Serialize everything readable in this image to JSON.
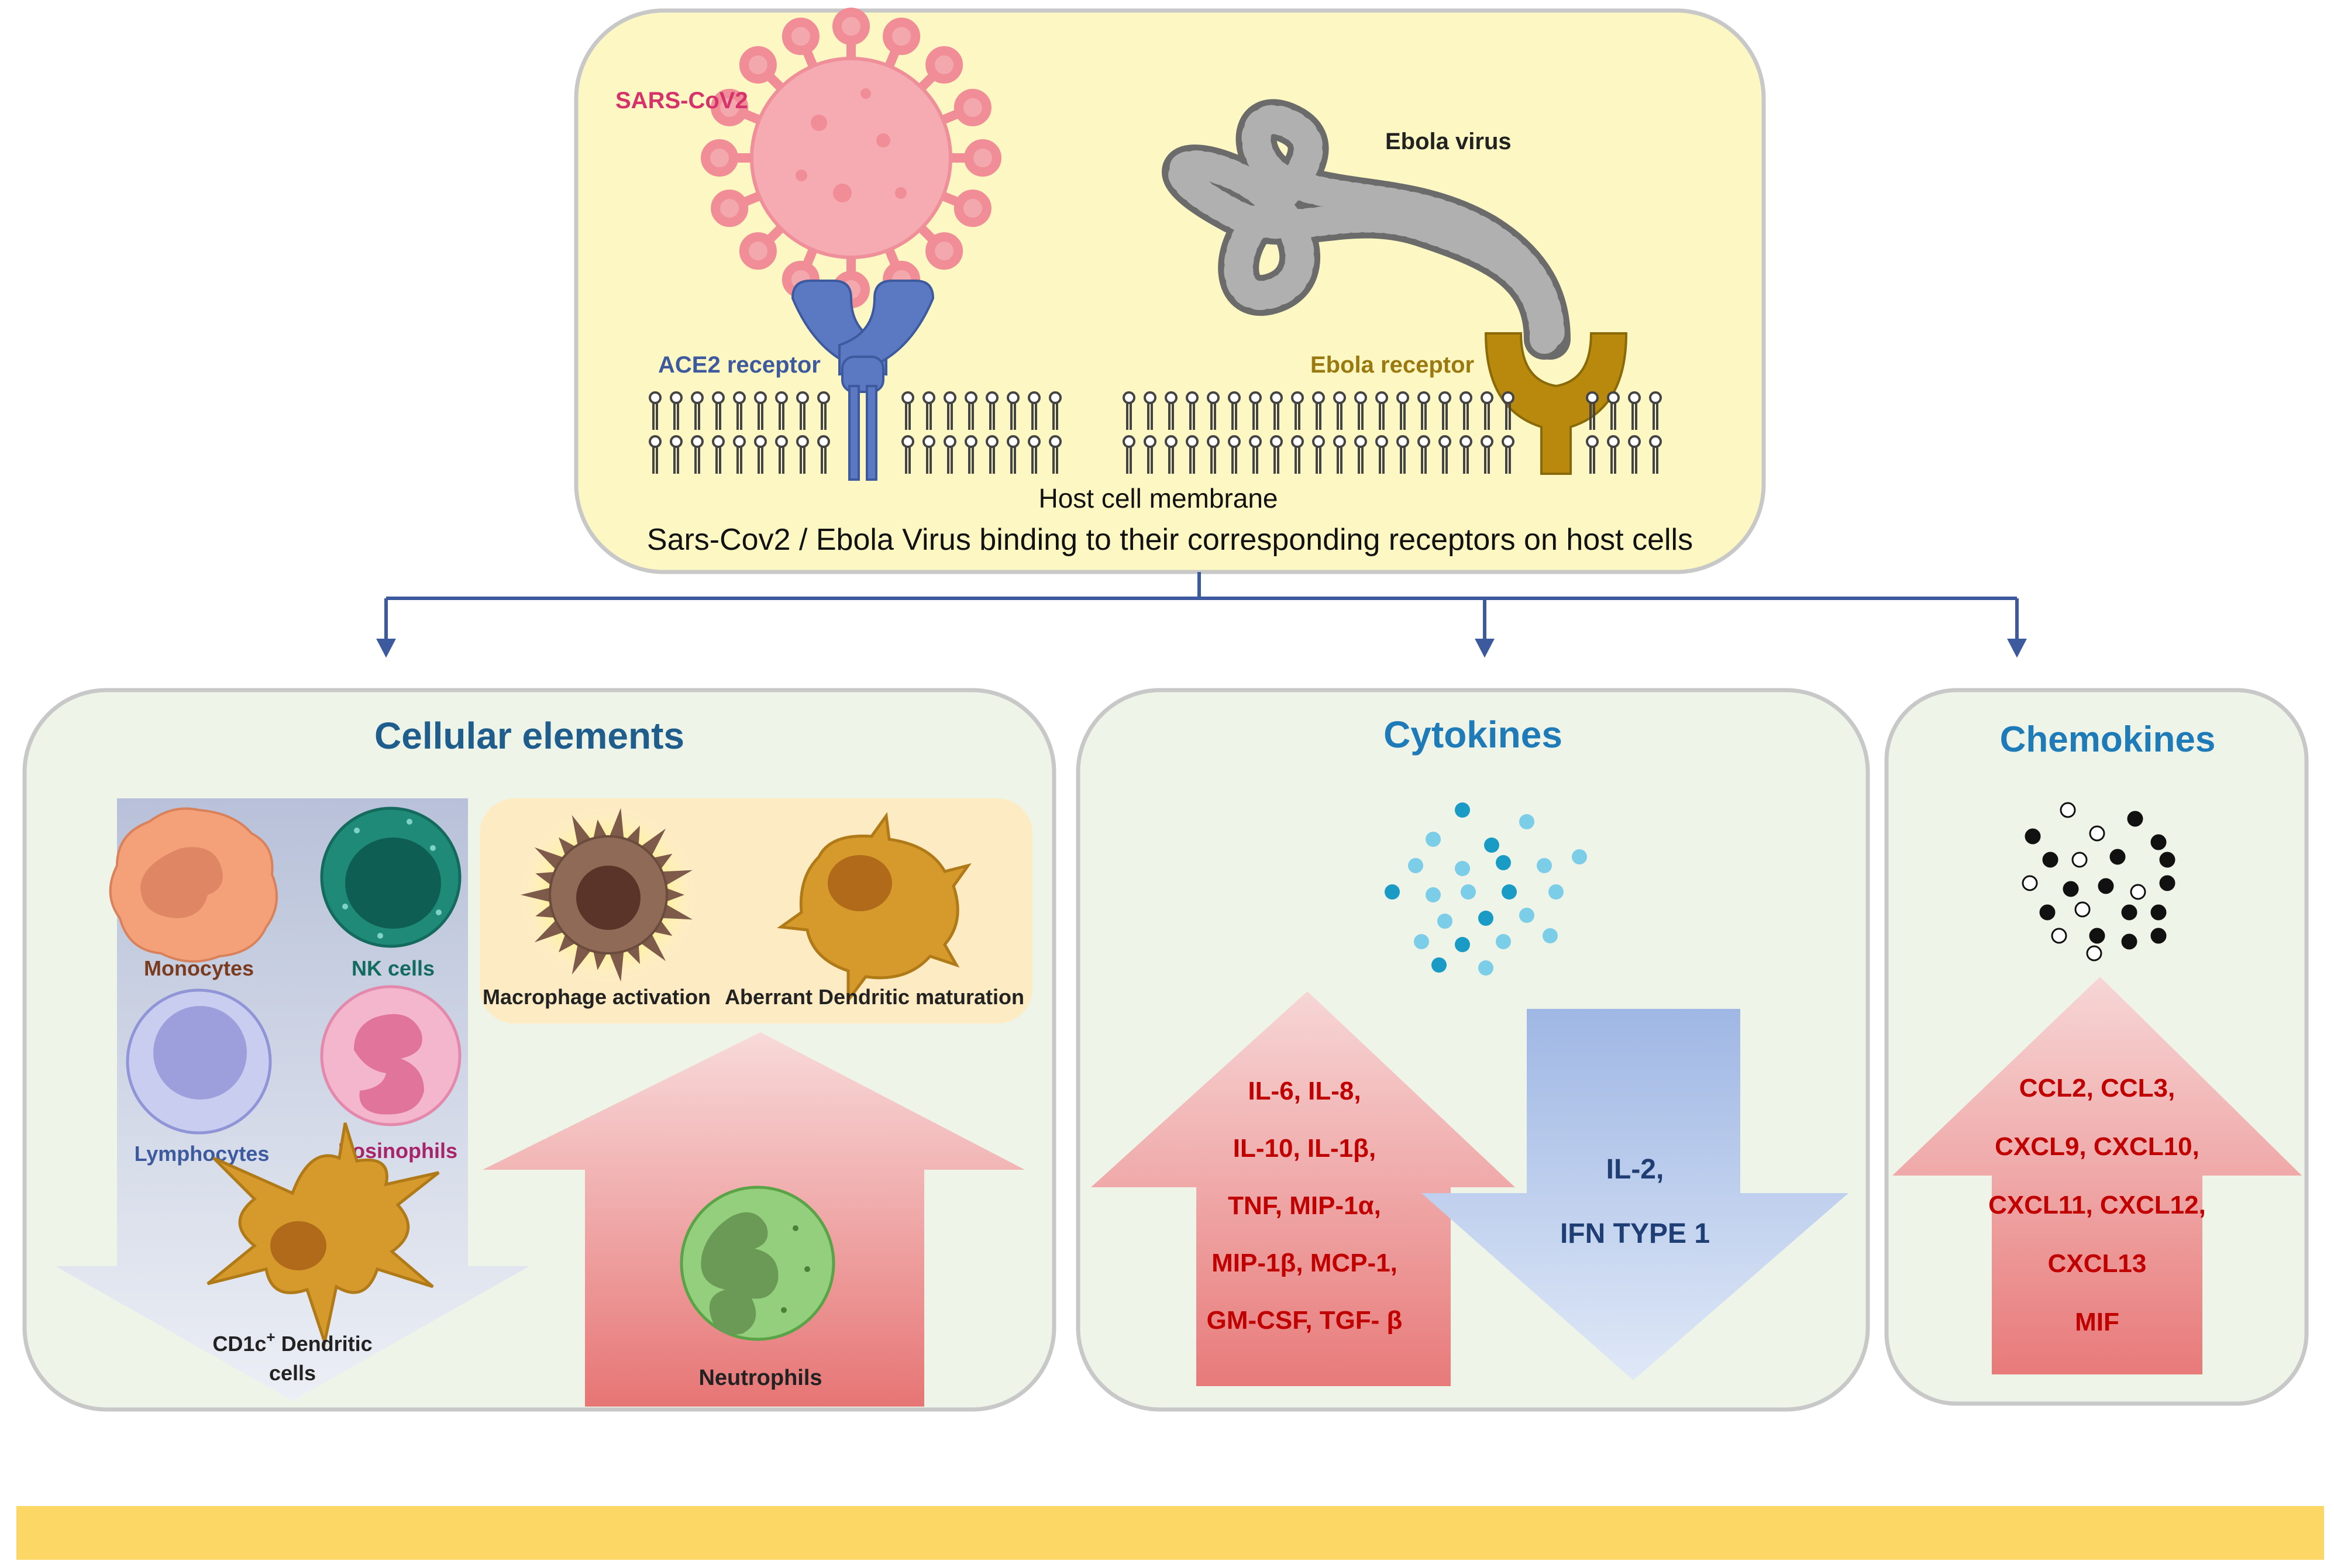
{
  "top_panel": {
    "sars_label": "SARS-CoV2",
    "ace2_label": "ACE2 receptor",
    "ebola_label": "Ebola virus",
    "ebola_receptor_label": "Ebola receptor",
    "membrane_label": "Host cell membrane",
    "caption": "Sars-Cov2 / Ebola Virus binding to their corresponding receptors on host cells"
  },
  "cellular": {
    "title": "Cellular elements",
    "monocytes": "Monocytes",
    "nk_cells": "NK cells",
    "lymphocytes": "Lymphocytes",
    "eosinophils": "Eosinophils",
    "cd1c_main": "CD1c",
    "cd1c_sup": "+",
    "cd1c_rest": " Dendritic",
    "cd1c_line2": "cells",
    "macrophage": "Macrophage activation",
    "aberrant": "Aberrant Dendritic maturation",
    "neutrophils": "Neutrophils"
  },
  "cytokines": {
    "title": "Cytokines",
    "up_lines": [
      "IL-6, IL-8,",
      "IL-10, IL-1β,",
      "TNF, MIP-1α,",
      "MIP-1β, MCP-1,",
      "GM-CSF, TGF- β"
    ],
    "down_lines": [
      "IL-2,",
      "IFN TYPE 1"
    ]
  },
  "chemokines": {
    "title": "Chemokines",
    "up_lines": [
      "CCL2, CCL3,",
      "CXCL9, CXCL10,",
      "CXCL11, CXCL12,",
      "CXCL13",
      "MIF"
    ]
  },
  "colors": {
    "title_blue": "#1f5d8c",
    "red_text": "#c00000",
    "virus_pink": "#d6336c",
    "receptor_blue": "#3d5a9e",
    "ebola_gold": "#9a7a10",
    "footer_bar": "#fdd765"
  }
}
